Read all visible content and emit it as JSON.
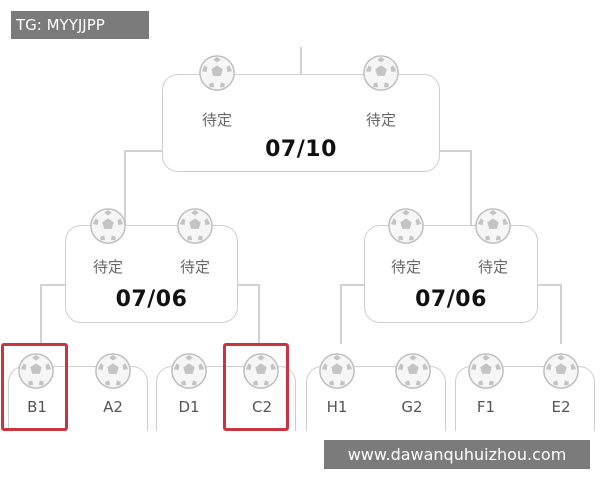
{
  "watermark": {
    "text": "TG: MYYJJPP"
  },
  "site_label": {
    "text": "www.dawanquhuizhou.com"
  },
  "colors": {
    "highlight": "#c9343f",
    "box_border": "#cfcfcf",
    "watermark_bg": "#7b7b7b"
  },
  "icons": {
    "team_slot": "soccer-ball-icon"
  },
  "final": {
    "date": "07/10",
    "left": "待定",
    "right": "待定"
  },
  "semifinal_left": {
    "date": "07/06",
    "left": "待定",
    "right": "待定"
  },
  "semifinal_right": {
    "date": "07/06",
    "left": "待定",
    "right": "待定"
  },
  "quarterfinals": [
    {
      "a": "B1",
      "b": "A2"
    },
    {
      "a": "D1",
      "b": "C2"
    },
    {
      "a": "H1",
      "b": "G2"
    },
    {
      "a": "F1",
      "b": "E2"
    }
  ],
  "highlighted_teams": [
    "B1",
    "C2"
  ]
}
